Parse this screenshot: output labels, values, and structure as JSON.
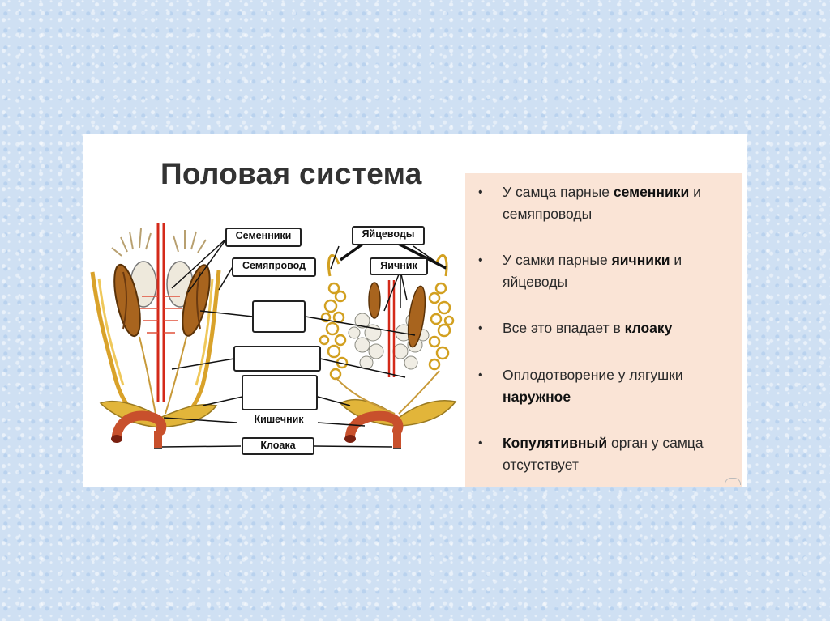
{
  "slide": {
    "title": "Половая система",
    "labels": {
      "testes": "Семенники",
      "vas_deferens": "Семяпровод",
      "oviducts": "Яйцеводы",
      "ovary": "Яичник",
      "intestine": "Кишечник",
      "cloaca": "Клоака"
    },
    "bullets": [
      {
        "pre": "У самца парные ",
        "bold": "семенники",
        "post": " и семяпроводы"
      },
      {
        "pre": "У самки парные ",
        "bold": "яичники",
        "post": " и яйцеводы"
      },
      {
        "pre": "Все это впадает в ",
        "bold": "клоаку",
        "post": ""
      },
      {
        "pre": "Оплодотворение у лягушки ",
        "bold": "наружное",
        "post": ""
      },
      {
        "pre": " ",
        "bold": "Копулятивный",
        "post": " орган у самца отсутствует"
      }
    ]
  },
  "colors": {
    "bullet_panel": "#fae4d6",
    "background": "#cfe0f3",
    "organ_brown": "#a8641e",
    "fat_yellow": "#e2b53a",
    "vessel_red": "#d42a1a",
    "intestine_red": "#c8502c"
  }
}
